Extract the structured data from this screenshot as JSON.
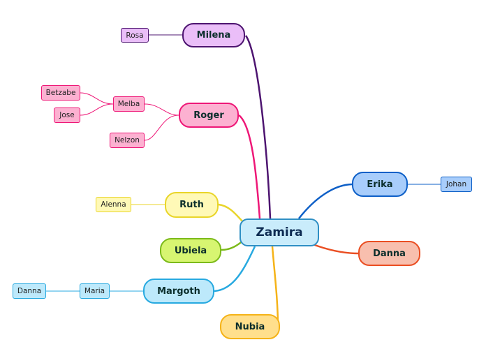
{
  "root": {
    "label": "Zamira",
    "fill": "#c9ecfb",
    "border": "#2f8fc4"
  },
  "branches": [
    {
      "label": "Milena",
      "color": "#4d1470",
      "fill": "#eabef8",
      "children": [
        {
          "label": "Rosa"
        }
      ]
    },
    {
      "label": "Roger",
      "color": "#ee1777",
      "fill": "#fcb1d1",
      "children": [
        {
          "label": "Melba",
          "children": [
            {
              "label": "Betzabe"
            },
            {
              "label": "Jose"
            }
          ]
        },
        {
          "label": "Nelzon"
        }
      ]
    },
    {
      "label": "Ruth",
      "color": "#e9d52a",
      "fill": "#fff9b7",
      "children": [
        {
          "label": "Alenna"
        }
      ]
    },
    {
      "label": "Ubiela",
      "color": "#7cba1a",
      "fill": "#d7f571",
      "children": []
    },
    {
      "label": "Margoth",
      "color": "#27a9e0",
      "fill": "#bde9fb",
      "children": [
        {
          "label": "Maria",
          "children": [
            {
              "label": "Danna"
            }
          ]
        }
      ]
    },
    {
      "label": "Nubia",
      "color": "#f5b318",
      "fill": "#ffdf8c",
      "children": []
    },
    {
      "label": "Erika",
      "color": "#0d5fc7",
      "fill": "#a8cdfb",
      "children": [
        {
          "label": "Johan"
        }
      ]
    },
    {
      "label": "Danna",
      "color": "#ea4e22",
      "fill": "#f8bfae",
      "children": []
    }
  ]
}
